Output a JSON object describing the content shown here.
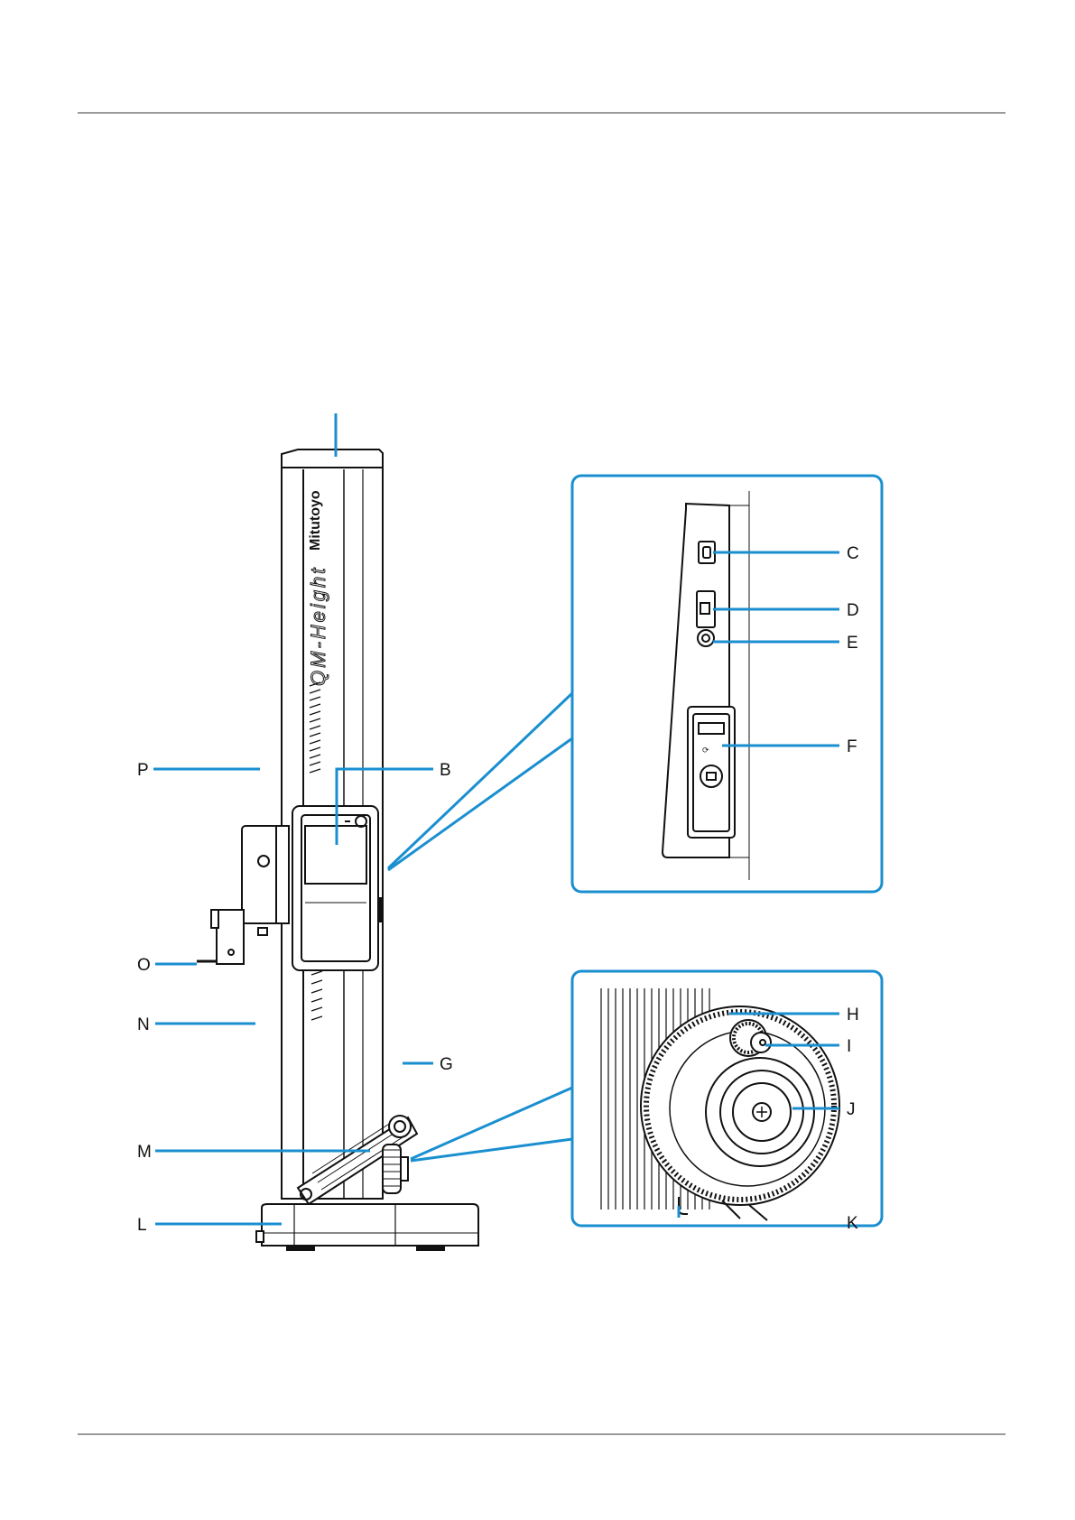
{
  "colors": {
    "leader": "#1a8fd0",
    "frame": "#1a8fd0",
    "rule": "#9a9a9a",
    "ink": "#111111"
  },
  "product": {
    "brand": "Mitutoyo",
    "model": "QM-Height"
  },
  "callouts": {
    "B": "B",
    "C": "C",
    "D": "D",
    "E": "E",
    "F": "F",
    "G": "G",
    "H": "H",
    "I": "I",
    "J": "J",
    "K": "K",
    "L": "L",
    "M": "M",
    "N": "N",
    "O": "O",
    "P": "P"
  }
}
